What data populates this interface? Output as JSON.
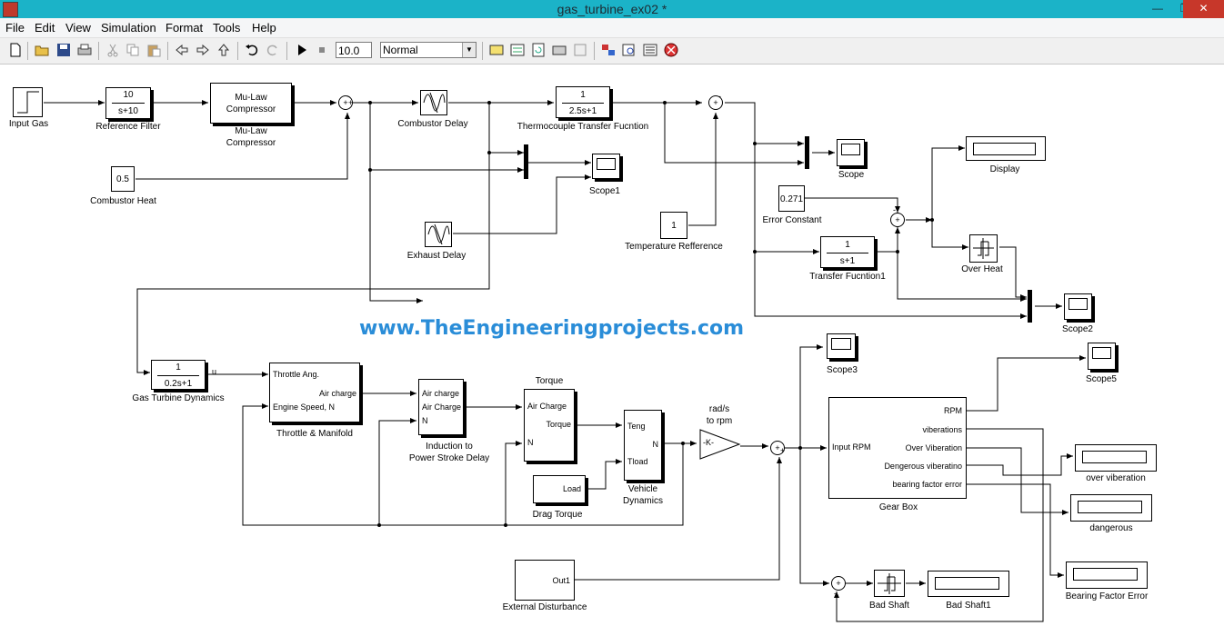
{
  "window": {
    "title": "gas_turbine_ex02 *",
    "minimize": "—",
    "maximize": "❐",
    "close": "✕"
  },
  "menu": [
    "File",
    "Edit",
    "View",
    "Simulation",
    "Format",
    "Tools",
    "Help"
  ],
  "toolbar": {
    "stop_time": "10.0",
    "sim_mode": "Normal"
  },
  "watermark": "www.TheEngineeringprojects.com",
  "blocks": {
    "input_gas": "Input Gas",
    "ref_filter": {
      "num": "10",
      "den": "s+10",
      "label": "Reference Filter"
    },
    "mulaw": {
      "text1": "Mu-Law",
      "text2": "Compressor",
      "label1": "Mu-Law",
      "label2": "Compressor"
    },
    "combustor_heat": {
      "value": "0.5",
      "label": "Combustor Heat"
    },
    "combustor_delay": "Combustor Delay",
    "exhaust_delay": "Exhaust Delay",
    "scope1": "Scope1",
    "thermo": {
      "num": "1",
      "den": "2.5s+1",
      "label": "Thermocouple Transfer Fucntion"
    },
    "temp_ref": {
      "value": "1",
      "label": "Temperature Refference"
    },
    "scope": "Scope",
    "error_const": {
      "value": "0.271",
      "label": "Error Constant"
    },
    "display": "Display",
    "tf1": {
      "num": "1",
      "den": "s+1",
      "label": "Transfer Fucntion1"
    },
    "over_heat": "Over Heat",
    "scope2": "Scope2",
    "gtd": {
      "num": "1",
      "den": "0.2s+1",
      "label": "Gas Turbine Dynamics",
      "out": "u"
    },
    "throttle": {
      "p1": "Throttle Ang.",
      "p2": "Air charge",
      "p3": "Engine Speed, N",
      "label": "Throttle & Manifold"
    },
    "induction": {
      "p1": "Air charge",
      "p2": "Air Charge",
      "p3": "N",
      "label1": "Induction to",
      "label2": "Power Stroke Delay"
    },
    "torque": {
      "title": "Torque",
      "p1": "Air Charge",
      "p2": "Torque",
      "p3": "N"
    },
    "drag": {
      "port": "Load",
      "label": "Drag Torque"
    },
    "vehicle": {
      "p1": "Teng",
      "p2": "N",
      "p3": "Tload",
      "label1": "Vehicle",
      "label2": "Dynamics"
    },
    "gain": {
      "text": "-K-",
      "label1": "rad/s",
      "label2": "to rpm"
    },
    "scope3": "Scope3",
    "scope5": "Scope5",
    "gearbox": {
      "in": "Input RPM",
      "o1": "RPM",
      "o2": "viberations",
      "o3": "Over Viberation",
      "o4": "Dengerous viberatino",
      "o5": "bearing factor error",
      "label": "Gear Box"
    },
    "over_vib": "over viberation",
    "dangerous": "dangerous",
    "bearing": "Bearing Factor Error",
    "ext_dist": {
      "port": "Out1",
      "label": "External Disturbance"
    },
    "bad_shaft": "Bad Shaft",
    "bad_shaft1": "Bad Shaft1"
  }
}
